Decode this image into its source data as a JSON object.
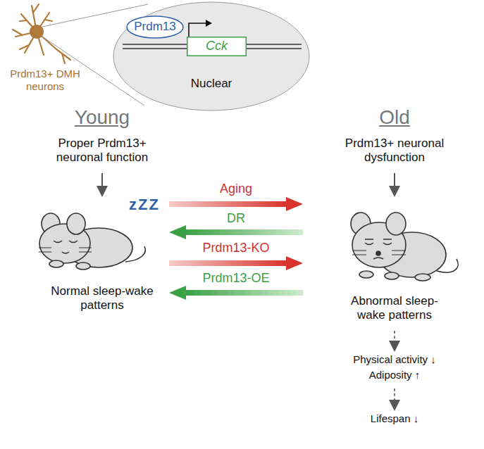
{
  "diagram": {
    "nodes": [
      {
        "text": [
          "Nuclear"
        ]
      },
      {
        "text": [
          "Prdm13"
        ],
        "in": 0
      },
      {
        "text": [
          "Cck"
        ],
        "in": 0
      }
    ],
    "labels": [
      "Prdm13+ DMH neurons",
      "Young",
      "Proper Prdm13+ neuronal function",
      "zZZ",
      "Normal sleep-wake patterns",
      "Old",
      "Prdm13+ neuronal dysfunction",
      "Abnormal sleep-wake patterns",
      "Aging",
      "DR",
      "Prdm13-KO",
      "Prdm13-OE",
      "Physical activity ↓",
      "Adiposity ↑",
      "Lifespan ↓"
    ]
  }
}
